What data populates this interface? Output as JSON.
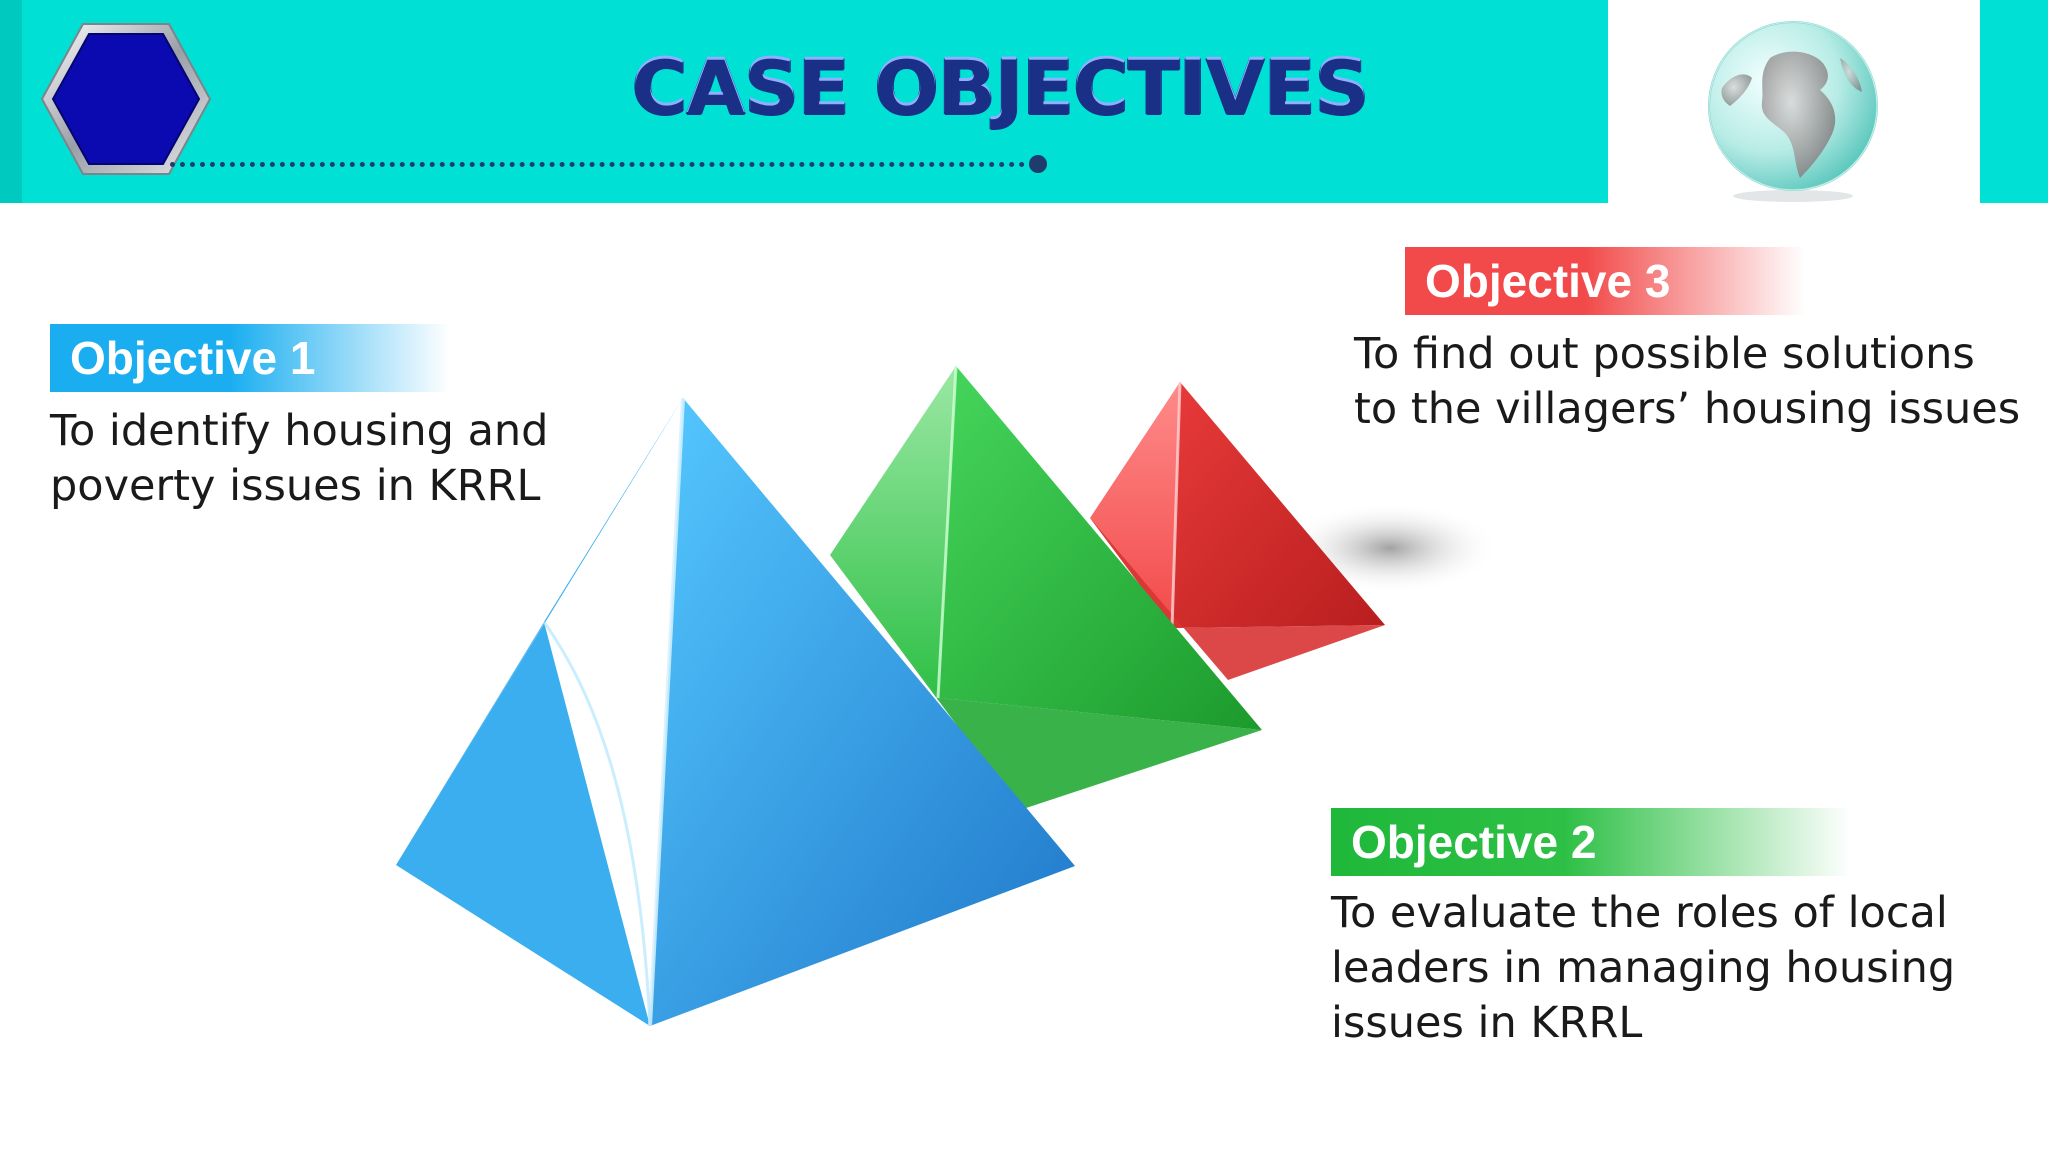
{
  "slide": {
    "title": "CASE OBJECTIVES"
  },
  "objectives": [
    {
      "label": "Objective 1",
      "text": "To identify housing and\npoverty issues in KRRL",
      "color": "#1aaef0"
    },
    {
      "label": "Objective 2",
      "text": "To evaluate the roles of local\nleaders in  managing housing\nissues in KRRL",
      "color": "#2ec046"
    },
    {
      "label": "Objective 3",
      "text": "To find out possible solutions\nto the villagers’ housing issues",
      "color": "#f24a4a"
    }
  ],
  "colors": {
    "header_band": "#00e0d4",
    "hexagon": "#0a0ab0",
    "title": "#2f4fc0"
  },
  "icons": {
    "badge": "hexagon-icon",
    "globe": "globe-icon"
  }
}
